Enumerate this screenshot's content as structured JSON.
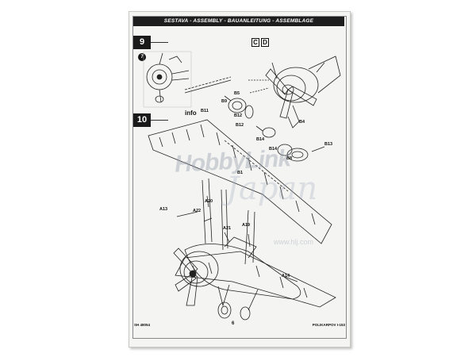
{
  "header": {
    "title": "SESTAVA - ASSEMBLY - BAUANLEITUNG - ASSEMBLAGE"
  },
  "steps": {
    "step9": "9",
    "step10": "10",
    "sub_step": "7"
  },
  "markers": {
    "c": "C",
    "d": "D"
  },
  "info_label": "info",
  "part_labels": {
    "b5": "B5",
    "b9": "B9",
    "b11": "B11",
    "b12a": "B12",
    "b12b": "B12",
    "b4": "B4",
    "b14a": "B14",
    "b14b": "B14",
    "b13": "B13",
    "b8": "B8",
    "b1": "B1",
    "a13": "A13",
    "a20": "A20",
    "a22": "A22",
    "a21": "A21",
    "a19": "A19",
    "a14": "A14"
  },
  "footer": {
    "left": "SH 48054",
    "page": "6",
    "right": "POLIKARPOV I-153"
  },
  "watermark": {
    "logo": "HobbyLink",
    "sub": "Japan",
    "url": "www.hlj.com"
  },
  "colors": {
    "header_bg": "#1e1e1e",
    "paper": "#f4f4f2"
  }
}
